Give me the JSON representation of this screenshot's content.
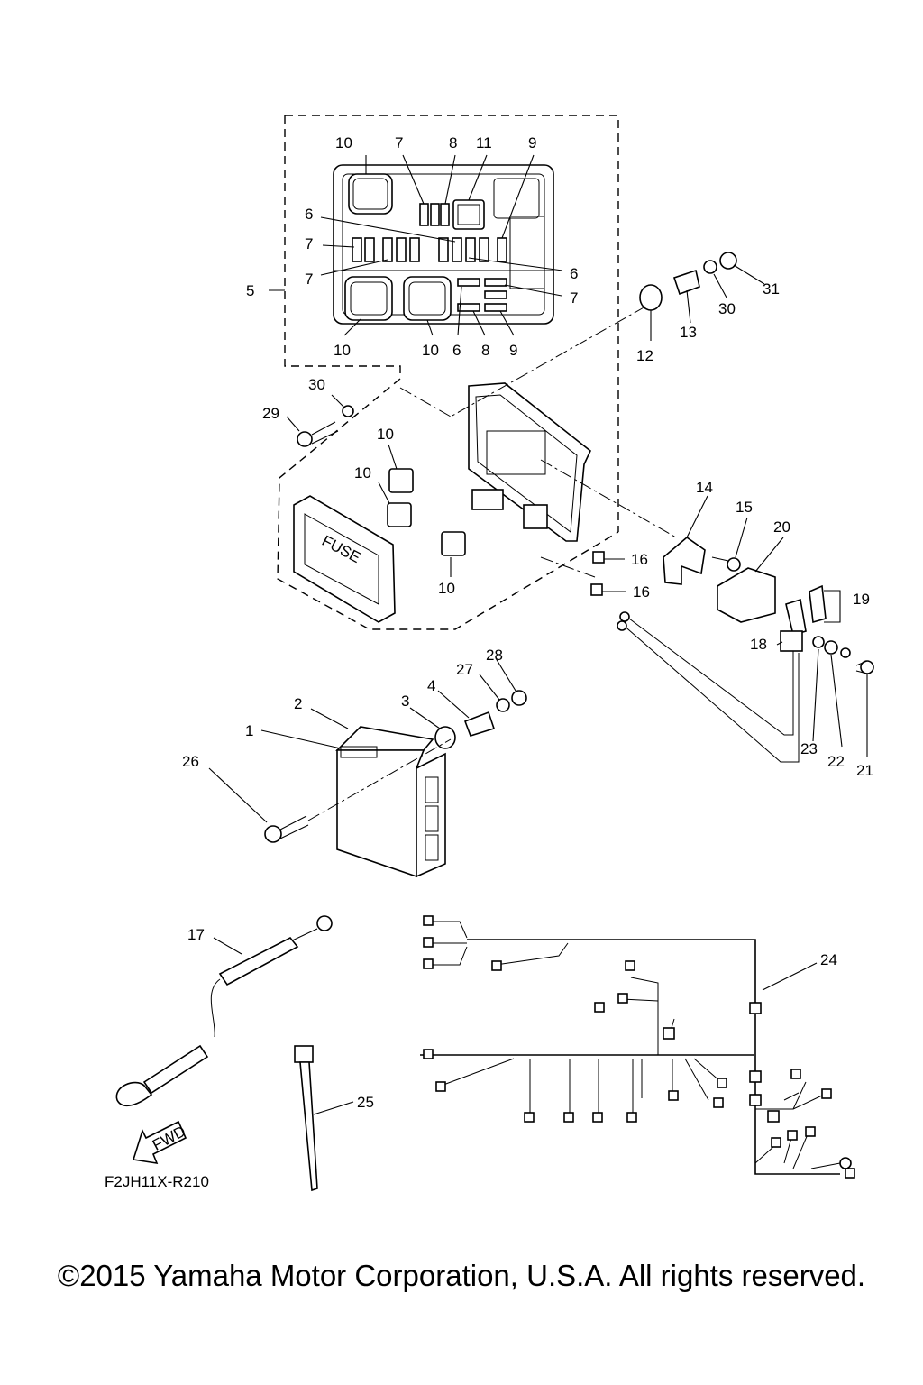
{
  "diagram": {
    "code": "F2JH11X-R210",
    "fuse_label": "FUSE",
    "fwd_label": "FWD",
    "callouts": {
      "c10a": "10",
      "c7a": "7",
      "c8a": "8",
      "c11": "11",
      "c9a": "9",
      "c6a": "6",
      "c7b": "7",
      "c7c": "7",
      "c6b": "6",
      "c7d": "7",
      "c5": "5",
      "c10b": "10",
      "c10c": "10",
      "c6c": "6",
      "c8b": "8",
      "c9b": "9",
      "c31": "31",
      "c30a": "30",
      "c13": "13",
      "c12": "12",
      "c30b": "30",
      "c29": "29",
      "c10d": "10",
      "c10e": "10",
      "c10f": "10",
      "c14": "14",
      "c15": "15",
      "c20": "20",
      "c19": "19",
      "c16a": "16",
      "c16b": "16",
      "c18": "18",
      "c28": "28",
      "c27": "27",
      "c4": "4",
      "c3": "3",
      "c2": "2",
      "c1": "1",
      "c26": "26",
      "c23": "23",
      "c22": "22",
      "c21": "21",
      "c17": "17",
      "c24": "24",
      "c25": "25"
    }
  },
  "copyright": "©2015 Yamaha Motor Corporation, U.S.A. All rights reserved."
}
